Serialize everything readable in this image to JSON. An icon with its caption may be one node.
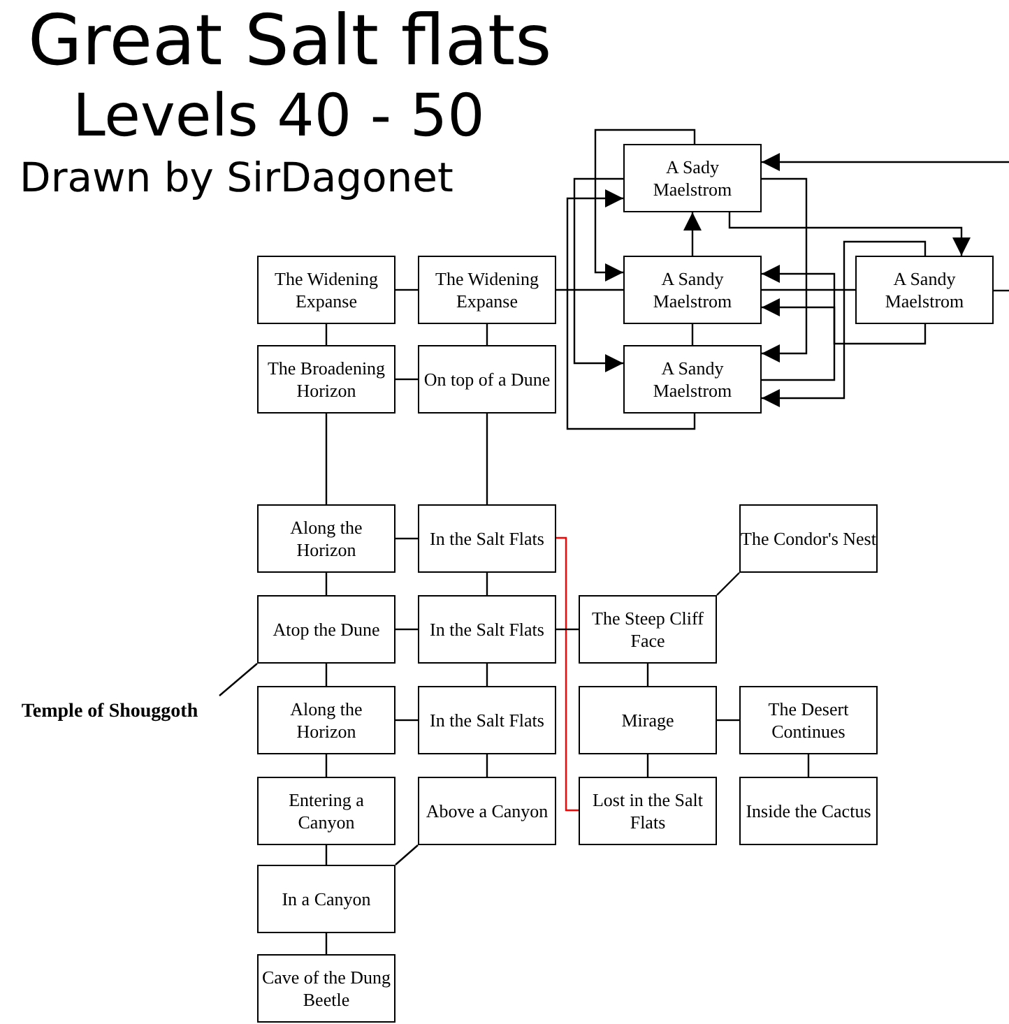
{
  "diagram": {
    "title": "Great Salt flats",
    "nodes": [
      {
        "text": [
          "The Widening Expanse"
        ]
      },
      {
        "text": [
          "The Widening Expanse"
        ]
      },
      {
        "text": [
          "A Sady Maelstrom"
        ]
      },
      {
        "text": [
          "A Sandy Maelstrom"
        ]
      },
      {
        "text": [
          "A Sandy Maelstrom"
        ]
      },
      {
        "text": [
          "The Broadening Horizon"
        ]
      },
      {
        "text": [
          "On top of a Dune"
        ]
      },
      {
        "text": [
          "A Sandy Maelstrom"
        ]
      },
      {
        "text": [
          "Along the Horizon"
        ]
      },
      {
        "text": [
          "In the Salt Flats"
        ]
      },
      {
        "text": [
          "The Condor's Nest"
        ]
      },
      {
        "text": [
          "Atop the Dune"
        ]
      },
      {
        "text": [
          "In the Salt Flats"
        ]
      },
      {
        "text": [
          "The Steep Cliff Face"
        ]
      },
      {
        "text": [
          "Temple of Shouggoth"
        ]
      },
      {
        "text": [
          "Along the Horizon"
        ]
      },
      {
        "text": [
          "In the Salt Flats"
        ]
      },
      {
        "text": [
          "Mirage"
        ]
      },
      {
        "text": [
          "The Desert Continues"
        ]
      },
      {
        "text": [
          "Entering a Canyon"
        ]
      },
      {
        "text": [
          "Above a Canyon"
        ]
      },
      {
        "text": [
          "Lost in the Salt Flats"
        ]
      },
      {
        "text": [
          "Inside the Cactus"
        ]
      },
      {
        "text": [
          "In a Canyon"
        ]
      },
      {
        "text": [
          "Cave of the Dung Beetle"
        ]
      }
    ],
    "edges": [
      {
        "from": 0,
        "to": 1,
        "arrow": "none"
      },
      {
        "from": 0,
        "to": 5,
        "arrow": "none"
      },
      {
        "from": 1,
        "to": 6,
        "arrow": "none"
      },
      {
        "from": 5,
        "to": 6,
        "arrow": "none"
      },
      {
        "from": 1,
        "to": 3,
        "arrow": "none"
      },
      {
        "from": 3,
        "to": 4,
        "arrow": "none"
      },
      {
        "from": 4,
        "to": null,
        "arrow": "none"
      },
      {
        "from": null,
        "to": 2,
        "arrow": "to"
      },
      {
        "from": 3,
        "to": 2,
        "arrow": "to"
      },
      {
        "from": 2,
        "to": 3,
        "arrow": "to"
      },
      {
        "from": 2,
        "to": 7,
        "arrow": "to"
      },
      {
        "from": 7,
        "to": 2,
        "arrow": "to"
      },
      {
        "from": 2,
        "to": 7,
        "arrow": "to"
      },
      {
        "from": 2,
        "to": 4,
        "arrow": "to"
      },
      {
        "from": 4,
        "to": 7,
        "arrow": "to"
      },
      {
        "from": 4,
        "to": 3,
        "arrow": "to"
      },
      {
        "from": 7,
        "to": 3,
        "arrow": "to"
      },
      {
        "from": 3,
        "to": 7,
        "arrow": "none"
      },
      {
        "from": 5,
        "to": 8,
        "arrow": "none"
      },
      {
        "from": 6,
        "to": 9,
        "arrow": "none"
      },
      {
        "from": 8,
        "to": 9,
        "arrow": "none"
      },
      {
        "from": 8,
        "to": 11,
        "arrow": "none"
      },
      {
        "from": 9,
        "to": 12,
        "arrow": "none"
      },
      {
        "from": 9,
        "to": 21,
        "arrow": "none",
        "color": "#ff0000"
      },
      {
        "from": 11,
        "to": 12,
        "arrow": "none"
      },
      {
        "from": 12,
        "to": 13,
        "arrow": "none"
      },
      {
        "from": 13,
        "to": 10,
        "arrow": "none"
      },
      {
        "from": 14,
        "to": 11,
        "arrow": "none"
      },
      {
        "from": 11,
        "to": 15,
        "arrow": "none"
      },
      {
        "from": 12,
        "to": 16,
        "arrow": "none"
      },
      {
        "from": 15,
        "to": 16,
        "arrow": "none"
      },
      {
        "from": 13,
        "to": 17,
        "arrow": "none"
      },
      {
        "from": 17,
        "to": 18,
        "arrow": "none"
      },
      {
        "from": 15,
        "to": 19,
        "arrow": "none"
      },
      {
        "from": 16,
        "to": 20,
        "arrow": "none"
      },
      {
        "from": 17,
        "to": 21,
        "arrow": "none"
      },
      {
        "from": 18,
        "to": 22,
        "arrow": "none"
      },
      {
        "from": 19,
        "to": 23,
        "arrow": "none"
      },
      {
        "from": 20,
        "to": 23,
        "arrow": "none"
      },
      {
        "from": 23,
        "to": 24,
        "arrow": "none"
      }
    ],
    "labels": [
      "Levels 40 - 50",
      "Drawn by SirDagonet"
    ]
  }
}
